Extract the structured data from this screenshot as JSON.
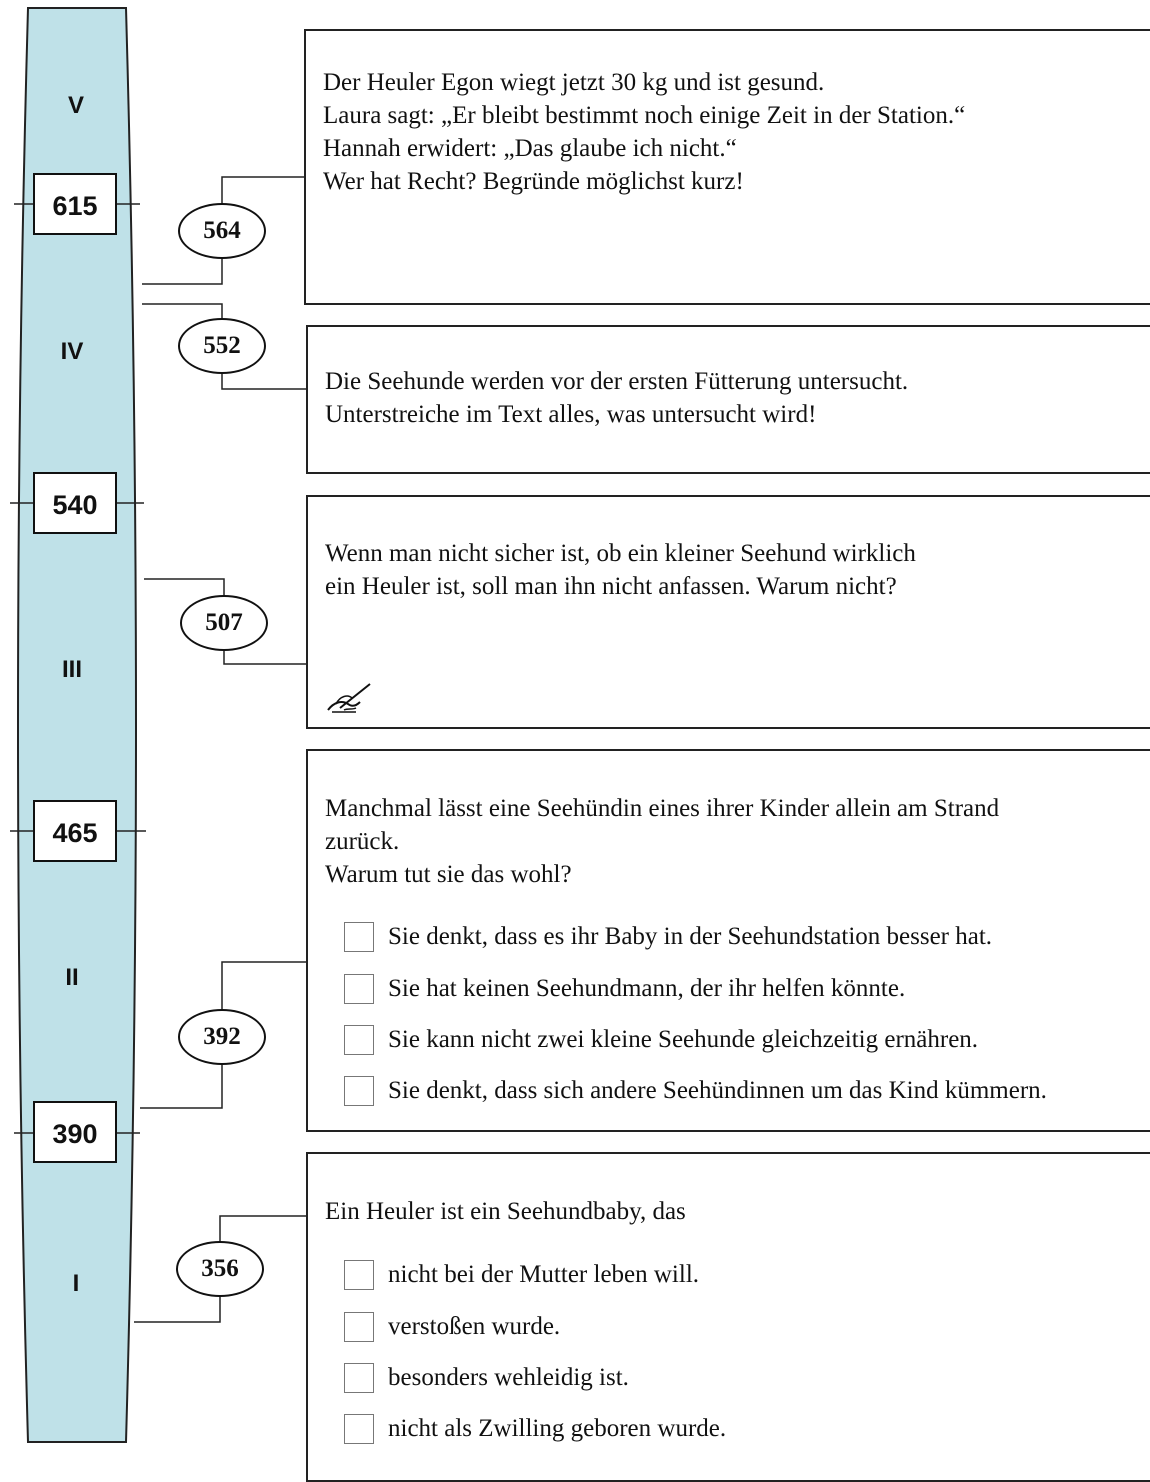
{
  "scale": {
    "levels": [
      "V",
      "IV",
      "III",
      "II",
      "I"
    ],
    "thresholds": [
      "615",
      "540",
      "465",
      "390"
    ],
    "fill_color": "#bfe1e8"
  },
  "tasks": {
    "t564": {
      "score": "564",
      "lines": [
        "Der Heuler Egon wiegt jetzt 30 kg und ist gesund.",
        "Laura sagt: „Er bleibt bestimmt noch einige Zeit in der Station.“",
        "Hannah erwidert: „Das glaube ich nicht.“",
        "Wer hat Recht? Begründe möglichst kurz!"
      ]
    },
    "t552": {
      "score": "552",
      "lines": [
        "Die Seehunde werden vor der ersten Fütterung untersucht.",
        "Unterstreiche im Text alles, was untersucht wird!"
      ]
    },
    "t507": {
      "score": "507",
      "lines": [
        "Wenn man nicht sicher ist, ob ein kleiner Seehund wirklich",
        "ein Heuler ist, soll man ihn nicht anfassen. Warum nicht?"
      ],
      "icon": "writing-hand-icon"
    },
    "t392": {
      "score": "392",
      "lines": [
        "Manchmal lässt eine Seehündin eines ihrer Kinder allein am Strand",
        "zurück.",
        "Warum tut sie das wohl?"
      ],
      "options": [
        "Sie denkt, dass es ihr Baby in der Seehundstation besser hat.",
        "Sie hat keinen Seehundmann, der ihr helfen könnte.",
        "Sie kann nicht zwei kleine Seehunde gleichzeitig ernähren.",
        "Sie denkt, dass sich andere Seehündinnen um das Kind kümmern."
      ]
    },
    "t356": {
      "score": "356",
      "lines": [
        "Ein Heuler ist ein Seehundbaby, das"
      ],
      "options": [
        "nicht bei der Mutter leben will.",
        "verstoßen wurde.",
        "besonders wehleidig ist.",
        "nicht als Zwilling geboren wurde."
      ]
    }
  }
}
